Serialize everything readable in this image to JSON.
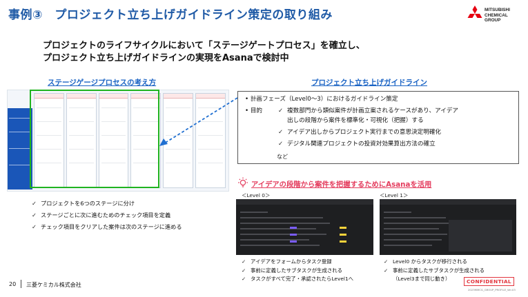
{
  "header": {
    "title": "事例③　プロジェクト立ち上げガイドライン策定の取り組み",
    "logo_lines": [
      "MITSUBISHI",
      "CHEMICAL",
      "GROUP"
    ],
    "brand_color": "#e60012"
  },
  "headline": {
    "line1": "プロジェクトのライフサイクルにおいて「ステージゲートプロセス」を確立し、",
    "line2": "プロジェクト立ち上げガイドラインの実現をAsanaで検討中"
  },
  "stage_gate": {
    "title": "ステージゲージプロセスの考え方",
    "bullets": [
      "プロジェクトを6つのステージに分け",
      "ステージごとに次に進むためのチェック項目を定義",
      "チェック項目をクリアした案件は次のステージに進める"
    ]
  },
  "guideline": {
    "title": "プロジェクト立ち上げガイドライン",
    "policy": "計画フェーズ（Level0〜3）におけるガイドライン策定",
    "purpose_label": "目的",
    "purposes": [
      "複数部門から類似案件が計画立案されるケースがあり、アイデア",
      "出しの段階から案件を標準化・可視化（把握）する",
      "アイデア出しからプロジェクト実行までの意思決定明確化",
      "デジタル関連プロジェクトの投資対効果算出方法の確立"
    ],
    "etc": "など"
  },
  "asana": {
    "headline": "アイデアの段階から案件を把握するためにAsanaを活用",
    "level0": {
      "label": "＜Level 0＞",
      "bullets": [
        "アイデアをフォームからタスク登録",
        "事前に定義したサブタスクが生成される",
        "タスクがすべて完了・承認されたらLevel1へ"
      ]
    },
    "level1": {
      "label": "＜Level 1＞",
      "bullets": [
        "Level0 からタスクが移行される",
        "事前に定義したサブタスクが生成される",
        "（Level3まで同じ動き）"
      ]
    }
  },
  "footer": {
    "page": "20",
    "company": "三菱ケミカル株式会社",
    "confidential": "CONFIDENTIAL",
    "footnote": "2023MMCG_GROUP_PROFILE_Ver.03"
  },
  "colors": {
    "title_blue": "#1f5aa6",
    "section_blue": "#1a63c4",
    "highlight_green": "#1fb31f",
    "asana_pink": "#e43d5e",
    "confidential_red": "#e2343d"
  }
}
